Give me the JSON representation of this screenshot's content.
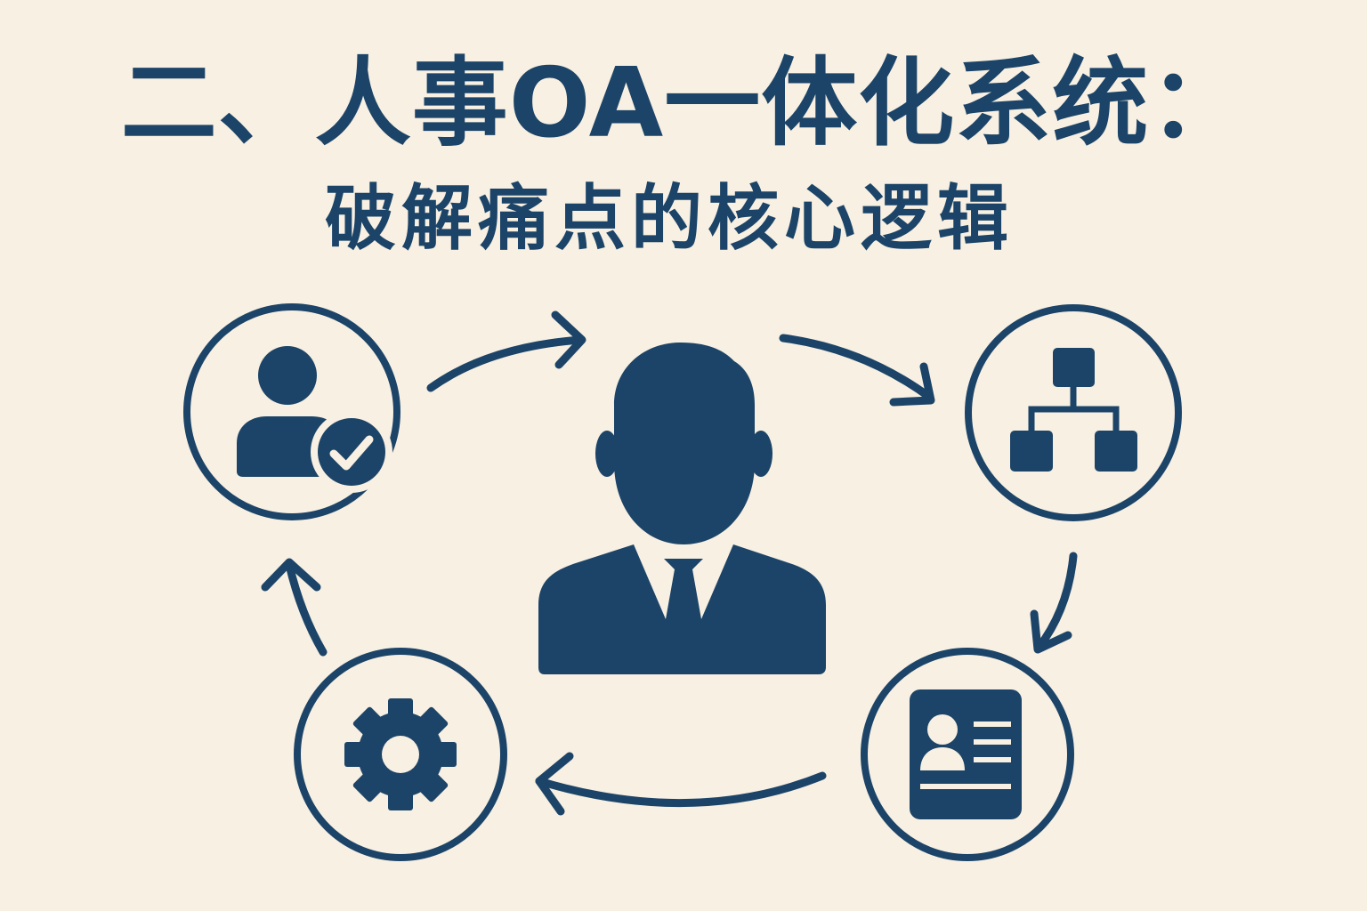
{
  "title": {
    "main": "二、人事OA一体化系统：",
    "sub": "破解痛点的核心逻辑"
  },
  "colors": {
    "background": "#f8f0e2",
    "primary": "#1c4468"
  },
  "diagram": {
    "center": {
      "icon": "businessman-icon"
    },
    "nodes": [
      {
        "id": "user-verified",
        "icon": "user-check-icon"
      },
      {
        "id": "org-structure",
        "icon": "org-chart-icon"
      },
      {
        "id": "profile-document",
        "icon": "id-card-icon"
      },
      {
        "id": "settings",
        "icon": "gear-icon"
      }
    ],
    "flow": "clockwise"
  }
}
